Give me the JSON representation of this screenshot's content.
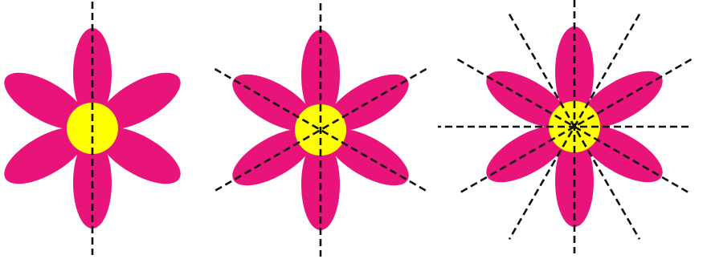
{
  "colors": {
    "background": "#ffffff",
    "petal": "#e8147a",
    "center": "#ffff00",
    "symmetry_line": "#111111"
  },
  "flowers": [
    {
      "name": "flower-one-symmetry-line",
      "petals": 6,
      "symmetry_lines": 1
    },
    {
      "name": "flower-three-symmetry-lines",
      "petals": 6,
      "symmetry_lines": 3
    },
    {
      "name": "flower-six-symmetry-lines",
      "petals": 6,
      "symmetry_lines": 6
    }
  ]
}
